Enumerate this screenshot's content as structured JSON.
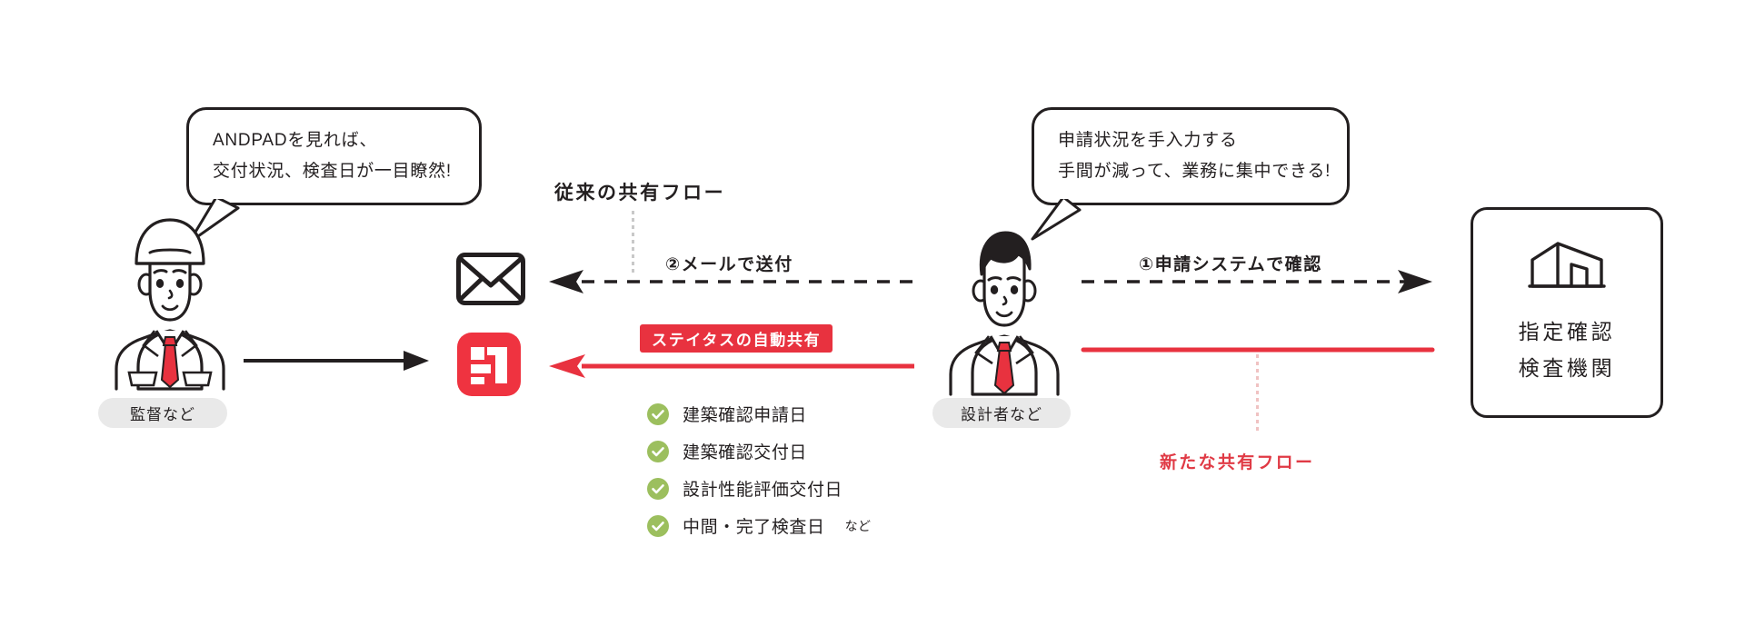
{
  "diagram": {
    "title_legacy_flow": "従来の共有フロー",
    "title_new_flow": "新たな共有フロー",
    "colors": {
      "ink": "#231f20",
      "red": "#e8323f",
      "red_text": "#e03a45",
      "green_check": "#9cbf5e",
      "pill_gray": "#e9e9e9",
      "dotted_gray": "#c9c9c9",
      "dotted_pink": "#f0c2c2"
    }
  },
  "left_person": {
    "role_label": "監督など",
    "avatar_name": "site-supervisor-illustration",
    "bubble": {
      "line1": "ANDPADを見れば、",
      "line2": "交付状況、検査日が一目瞭然!"
    }
  },
  "right_person": {
    "role_label": "設計者など",
    "avatar_name": "designer-illustration",
    "bubble": {
      "line1": "申請状況を手入力する",
      "line2": "手間が減って、業務に集中できる!"
    }
  },
  "center_icons": {
    "mail_icon_name": "envelope-icon",
    "app_icon_name": "andpad-app-icon"
  },
  "arrows": {
    "legacy_label": "②メールで送付",
    "new_label": "①申請システムで確認",
    "auto_share_badge": "ステイタスの自動共有"
  },
  "checklist": {
    "items": [
      "建築確認申請日",
      "建築確認交付日",
      "設計性能評価交付日",
      "中間・完了検査日"
    ],
    "suffix": "など"
  },
  "org_box": {
    "icon_name": "building-icon",
    "line1": "指定確認",
    "line2": "検査機関"
  }
}
